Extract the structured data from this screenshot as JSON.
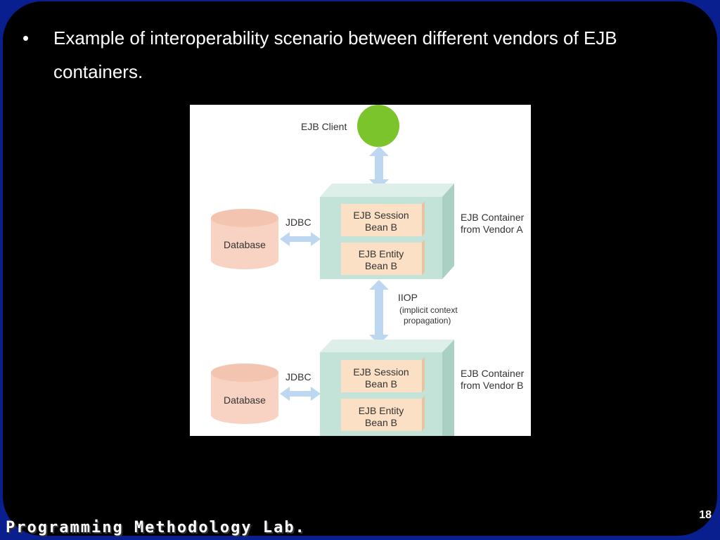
{
  "slide": {
    "bullet_symbol": "•",
    "bullet_text": "Example of interoperability scenario between different vendors of EJB containers.",
    "page_number": "18",
    "footer": "Programming Methodology Lab."
  },
  "diagram": {
    "client_label": "EJB Client",
    "jdbc_label": "JDBC",
    "database_label": "Database",
    "session_bean_line1": "EJB Session",
    "session_bean_line2": "Bean B",
    "entity_bean_line1": "EJB Entity",
    "entity_bean_line2": "Bean B",
    "container_a_line1": "EJB Container",
    "container_a_line2": "from Vendor A",
    "container_b_line1": "EJB Container",
    "container_b_line2": "from Vendor B",
    "iiop_label": "IIOP",
    "iiop_note_line1": "(implicit context",
    "iiop_note_line2": "propagation)"
  },
  "colors": {
    "outer_background": "#0a1f8f",
    "slide_background": "#000000",
    "client_circle": "#7bc42b",
    "container_fill": "#c4e3d8",
    "bean_fill": "#fbe0c6",
    "database_fill": "#f8d3c3",
    "arrow_fill": "#bcd7ef"
  }
}
